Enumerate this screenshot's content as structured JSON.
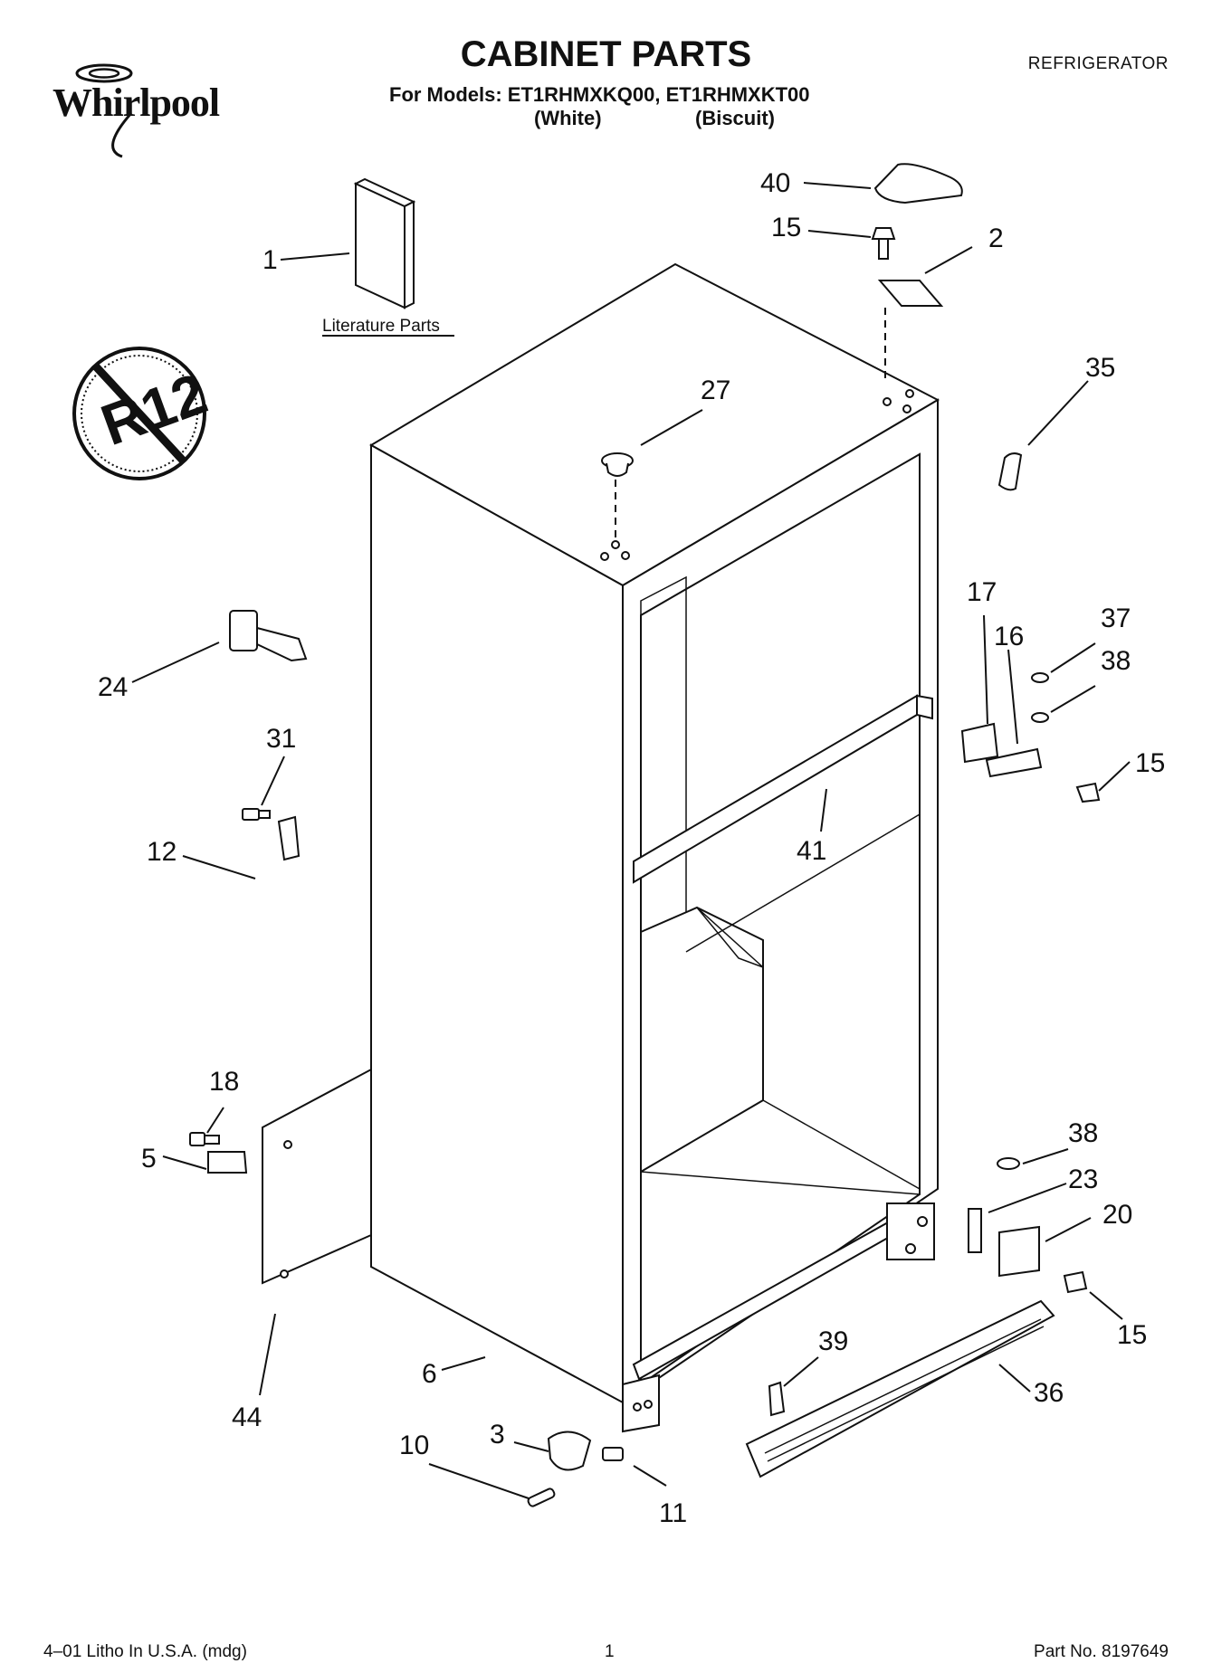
{
  "header": {
    "brand_logo": "Whirlpool",
    "title": "CABINET PARTS",
    "models_line": "For Models: ET1RHMXKQ00, ET1RHMXKT00",
    "color_white": "(White)",
    "color_biscuit": "(Biscuit)",
    "product_type": "REFRIGERATOR"
  },
  "diagram": {
    "literature_label": "Literature Parts",
    "no_r12_symbol": "R12",
    "callouts": {
      "c1": "1",
      "c2": "2",
      "c3": "3",
      "c5": "5",
      "c6": "6",
      "c10": "10",
      "c11": "11",
      "c12": "12",
      "c15a": "15",
      "c15b": "15",
      "c15c": "15",
      "c16": "16",
      "c17": "17",
      "c18": "18",
      "c20": "20",
      "c23": "23",
      "c24": "24",
      "c27": "27",
      "c31": "31",
      "c35": "35",
      "c36": "36",
      "c37": "37",
      "c38a": "38",
      "c38b": "38",
      "c39": "39",
      "c40": "40",
      "c41": "41",
      "c44": "44"
    }
  },
  "footer": {
    "print_info": "4–01 Litho In U.S.A. (mdg)",
    "page_number": "1",
    "part_number": "Part No. 8197649"
  }
}
